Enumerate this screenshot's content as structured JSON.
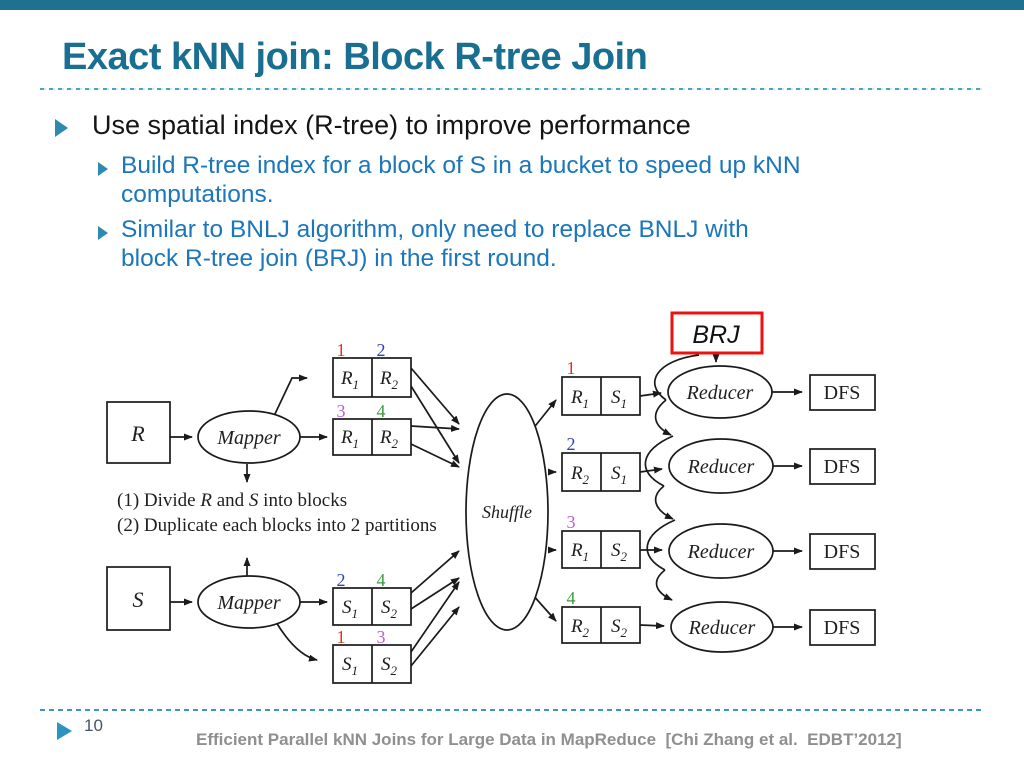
{
  "header": {
    "title": "Exact kNN join: Block R-tree Join"
  },
  "bullets": {
    "main": "Use spatial index (R-tree) to improve performance",
    "sub1_line1": "Build R-tree index for a block of S in a bucket to speed up kNN",
    "sub1_line2": "computations.",
    "sub2_line1": "Similar to BNLJ algorithm, only need to replace BNLJ with",
    "sub2_line2": "block R-tree join (BRJ) in the first round."
  },
  "diagram": {
    "brj": "BRJ",
    "source_r": "R",
    "source_s": "S",
    "mapper": "Mapper",
    "shuffle": "Shuffle",
    "reducer": "Reducer",
    "dfs": "DFS",
    "caption1_parts": [
      "(1) Divide ",
      "R",
      " and ",
      "S",
      " into blocks"
    ],
    "caption2": "(2) Duplicate each blocks into 2 partitions",
    "partition_rows": [
      {
        "nums": [
          {
            "t": "1",
            "c": "#DE3226"
          },
          {
            "t": "2",
            "c": "#3440C4"
          }
        ],
        "cells": [
          {
            "b": "R",
            "s": "1"
          },
          {
            "b": "R",
            "s": "2"
          }
        ]
      },
      {
        "nums": [
          {
            "t": "3",
            "c": "#B95ED8"
          },
          {
            "t": "4",
            "c": "#3D9C3D"
          }
        ],
        "cells": [
          {
            "b": "R",
            "s": "1"
          },
          {
            "b": "R",
            "s": "2"
          }
        ]
      },
      {
        "nums": [
          {
            "t": "2",
            "c": "#3440C4"
          },
          {
            "t": "4",
            "c": "#3D9C3D"
          }
        ],
        "cells": [
          {
            "b": "S",
            "s": "1"
          },
          {
            "b": "S",
            "s": "2"
          }
        ]
      },
      {
        "nums": [
          {
            "t": "1",
            "c": "#DE3226"
          },
          {
            "t": "3",
            "c": "#B95ED8"
          }
        ],
        "cells": [
          {
            "b": "S",
            "s": "1"
          },
          {
            "b": "S",
            "s": "2"
          }
        ]
      }
    ],
    "join_pairs": [
      {
        "num": {
          "t": "1",
          "c": "#DE3226"
        },
        "cells": [
          {
            "b": "R",
            "s": "1"
          },
          {
            "b": "S",
            "s": "1"
          }
        ]
      },
      {
        "num": {
          "t": "2",
          "c": "#3440C4"
        },
        "cells": [
          {
            "b": "R",
            "s": "2"
          },
          {
            "b": "S",
            "s": "1"
          }
        ]
      },
      {
        "num": {
          "t": "3",
          "c": "#B95ED8"
        },
        "cells": [
          {
            "b": "R",
            "s": "1"
          },
          {
            "b": "S",
            "s": "2"
          }
        ]
      },
      {
        "num": {
          "t": "4",
          "c": "#3D9C3D"
        },
        "cells": [
          {
            "b": "R",
            "s": "2"
          },
          {
            "b": "S",
            "s": "2"
          }
        ]
      }
    ]
  },
  "footer": {
    "page_number": "10",
    "citation": "Efficient Parallel kNN Joins for Large Data in MapReduce  [Chi Zhang et al.  EDBT’2012]"
  },
  "colors": {
    "accent_teal": "#196F92",
    "body_blue": "#1B76BC",
    "brj_border_red": "#EE1111",
    "footer_gray": "#8F8F8F",
    "page_num_slate": "#44546A"
  }
}
